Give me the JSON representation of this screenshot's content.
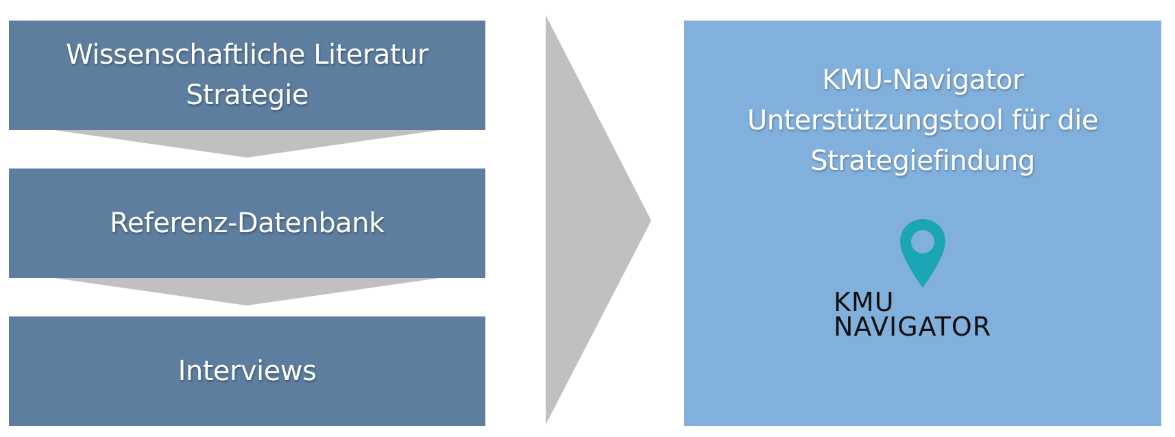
{
  "left_column": {
    "boxes": [
      {
        "lines": [
          "Wissenschaftliche Literatur",
          "Strategie"
        ]
      },
      {
        "lines": [
          "Referenz-Datenbank"
        ]
      },
      {
        "lines": [
          "Interviews"
        ]
      }
    ]
  },
  "result": {
    "title_lines": [
      "KMU-Navigator",
      "Unterstützungstool für die",
      "Strategiefindung"
    ],
    "logo": {
      "icon": "map-pin-icon",
      "text_lines": [
        "KMU",
        "NAVIGATOR"
      ]
    }
  },
  "colors": {
    "box": "#5d7e9f",
    "result_box": "#82b0dc",
    "arrow": "#c0c0c0",
    "pin": "#1aa6b4",
    "text": "#ffffff"
  }
}
